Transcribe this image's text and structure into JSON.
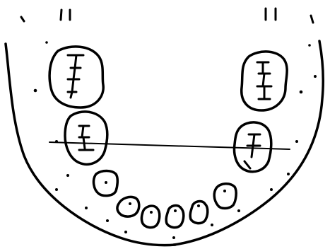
{
  "diagram": {
    "subject": "mandibular-dental-arch-sketch",
    "colors": {
      "ink": "#000000",
      "background": "#ffffff"
    },
    "teeth": [
      {
        "id": "left-molar",
        "type": "molar",
        "side": "left"
      },
      {
        "id": "left-premolar",
        "type": "premolar",
        "side": "left"
      },
      {
        "id": "left-canine",
        "type": "canine",
        "side": "left"
      },
      {
        "id": "left-lateral-incisor",
        "type": "incisor",
        "side": "left"
      },
      {
        "id": "left-central-incisor",
        "type": "incisor",
        "side": "left"
      },
      {
        "id": "right-central-incisor",
        "type": "incisor",
        "side": "right"
      },
      {
        "id": "right-lateral-incisor",
        "type": "incisor",
        "side": "right"
      },
      {
        "id": "right-canine",
        "type": "canine",
        "side": "right"
      },
      {
        "id": "right-premolar",
        "type": "premolar",
        "side": "right"
      },
      {
        "id": "right-molar",
        "type": "molar",
        "side": "right"
      }
    ]
  }
}
